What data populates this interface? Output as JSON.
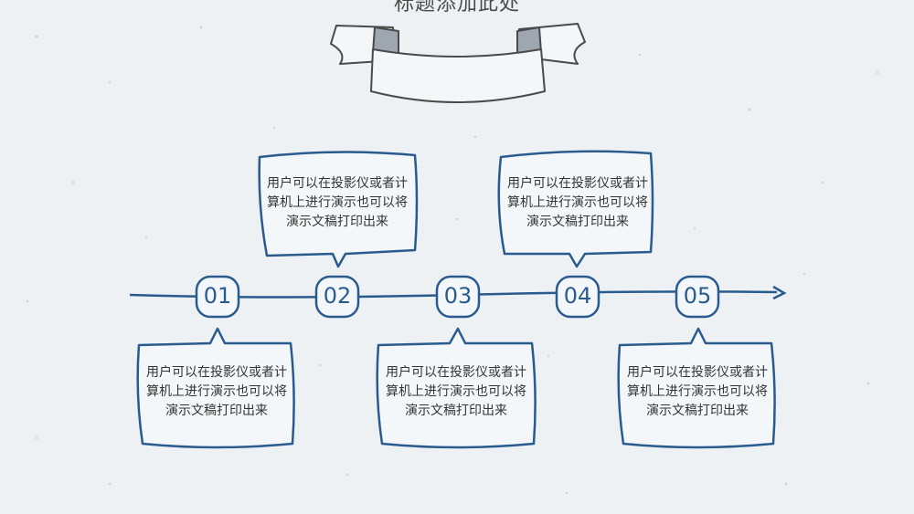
{
  "slide": {
    "title": "标题添加此处",
    "nodes": [
      "01",
      "02",
      "03",
      "04",
      "05"
    ],
    "bubbles": [
      {
        "text": "用户可以在投影仪或者计算机上进行演示也可以将演示文稿打印出来"
      },
      {
        "text": "用户可以在投影仪或者计算机上进行演示也可以将演示文稿打印出来"
      },
      {
        "text": "用户可以在投影仪或者计算机上进行演示也可以将演示文稿打印出来"
      },
      {
        "text": "用户可以在投影仪或者计算机上进行演示也可以将演示文稿打印出来"
      },
      {
        "text": "用户可以在投影仪或者计算机上进行演示也可以将演示文稿打印出来"
      }
    ],
    "colors": {
      "accent": "#2a5b8f",
      "background": "#edf1f4",
      "text": "#333333"
    },
    "icons": {
      "banner": "ribbon-banner-icon",
      "arrow": "arrow-right-icon"
    }
  }
}
